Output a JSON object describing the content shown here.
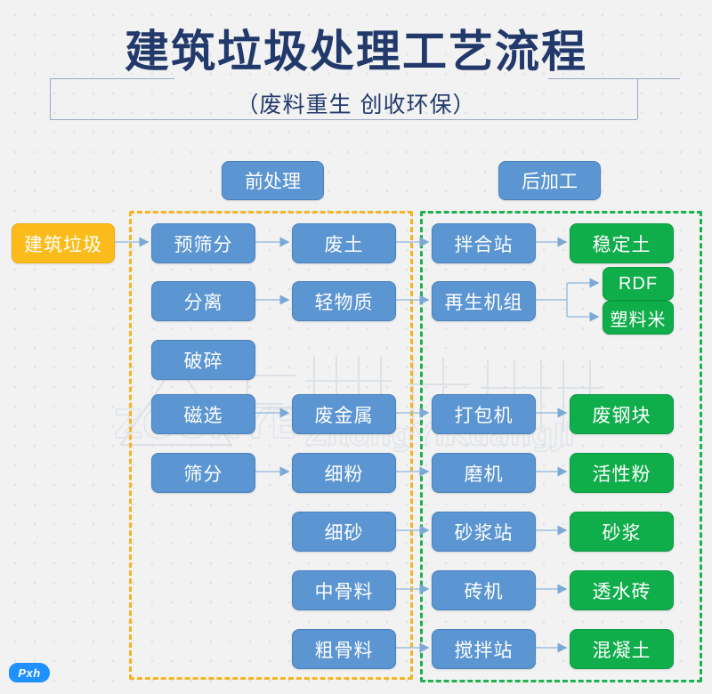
{
  "header": {
    "title": "建筑垃圾处理工艺流程",
    "subtitle": "（废料重生  创收环保）"
  },
  "watermark": {
    "cn": "中意矿机",
    "en_top": "ZOONYE",
    "en_bottom": "ZhongYiKuangJi"
  },
  "badge": {
    "label": "Pxh"
  },
  "zones": [
    {
      "key": "pre",
      "title": "前处理",
      "border_color": "#f5b425"
    },
    {
      "key": "post",
      "title": "后加工",
      "border_color": "#1eb14e"
    }
  ],
  "colors": {
    "blue": "#5b95d2",
    "green": "#10ad4b",
    "orange": "#fbbc1b",
    "title_navy": "#22396b",
    "arrow": "#8fb7dd",
    "background": "#f2f2f2"
  },
  "input": {
    "label": "建筑垃圾",
    "color": "orange"
  },
  "nodes": [
    {
      "id": "n_yushaifen",
      "label": "预筛分",
      "color": "blue",
      "col": 1,
      "row": 1
    },
    {
      "id": "n_feitu",
      "label": "废土",
      "color": "blue",
      "col": 2,
      "row": 1
    },
    {
      "id": "n_banhezhan",
      "label": "拌合站",
      "color": "blue",
      "col": 3,
      "row": 1
    },
    {
      "id": "n_wendingtu",
      "label": "稳定土",
      "color": "green",
      "col": 4,
      "row": 1
    },
    {
      "id": "n_fenli",
      "label": "分离",
      "color": "blue",
      "col": 1,
      "row": 2
    },
    {
      "id": "n_qingwuzhi",
      "label": "轻物质",
      "color": "blue",
      "col": 2,
      "row": 2
    },
    {
      "id": "n_zaishengjz",
      "label": "再生机组",
      "color": "blue",
      "col": 3,
      "row": 2
    },
    {
      "id": "n_rdf",
      "label": "RDF",
      "color": "green",
      "col": 4,
      "row": "2a"
    },
    {
      "id": "n_sulliaomi",
      "label": "塑料米",
      "color": "green",
      "col": 4,
      "row": "2b"
    },
    {
      "id": "n_posui",
      "label": "破碎",
      "color": "blue",
      "col": 1,
      "row": 3
    },
    {
      "id": "n_cixuan",
      "label": "磁选",
      "color": "blue",
      "col": 1,
      "row": 4
    },
    {
      "id": "n_feijinshu",
      "label": "废金属",
      "color": "blue",
      "col": 2,
      "row": 4
    },
    {
      "id": "n_dabaoji",
      "label": "打包机",
      "color": "blue",
      "col": 3,
      "row": 4
    },
    {
      "id": "n_feigangkuai",
      "label": "废钢块",
      "color": "green",
      "col": 4,
      "row": 4
    },
    {
      "id": "n_shaifen",
      "label": "筛分",
      "color": "blue",
      "col": 1,
      "row": 5
    },
    {
      "id": "n_xifen",
      "label": "细粉",
      "color": "blue",
      "col": 2,
      "row": 5
    },
    {
      "id": "n_moji",
      "label": "磨机",
      "color": "blue",
      "col": 3,
      "row": 5
    },
    {
      "id": "n_huoxingfen",
      "label": "活性粉",
      "color": "green",
      "col": 4,
      "row": 5
    },
    {
      "id": "n_xisha",
      "label": "细砂",
      "color": "blue",
      "col": 2,
      "row": 6
    },
    {
      "id": "n_shajiangzh",
      "label": "砂浆站",
      "color": "blue",
      "col": 3,
      "row": 6
    },
    {
      "id": "n_shajiang",
      "label": "砂浆",
      "color": "green",
      "col": 4,
      "row": 6
    },
    {
      "id": "n_zhonggul",
      "label": "中骨料",
      "color": "blue",
      "col": 2,
      "row": 7
    },
    {
      "id": "n_zhuanji",
      "label": "砖机",
      "color": "blue",
      "col": 3,
      "row": 7
    },
    {
      "id": "n_toushuizh",
      "label": "透水砖",
      "color": "green",
      "col": 4,
      "row": 7
    },
    {
      "id": "n_cugul",
      "label": "粗骨料",
      "color": "blue",
      "col": 2,
      "row": 8
    },
    {
      "id": "n_jiaobanzh",
      "label": "搅拌站",
      "color": "blue",
      "col": 3,
      "row": 8
    },
    {
      "id": "n_hunningtu",
      "label": "混凝土",
      "color": "green",
      "col": 4,
      "row": 8
    }
  ],
  "edges": [
    {
      "from": "建筑垃圾",
      "to": "预筛分"
    },
    {
      "from": "预筛分",
      "to": "废土"
    },
    {
      "from": "废土",
      "to": "拌合站"
    },
    {
      "from": "拌合站",
      "to": "稳定土"
    },
    {
      "from": "分离",
      "to": "轻物质"
    },
    {
      "from": "轻物质",
      "to": "再生机组"
    },
    {
      "from": "再生机组",
      "to": "RDF"
    },
    {
      "from": "再生机组",
      "to": "塑料米"
    },
    {
      "from": "磁选",
      "to": "废金属"
    },
    {
      "from": "废金属",
      "to": "打包机"
    },
    {
      "from": "打包机",
      "to": "废钢块"
    },
    {
      "from": "筛分",
      "to": "细粉"
    },
    {
      "from": "细粉",
      "to": "磨机"
    },
    {
      "from": "磨机",
      "to": "活性粉"
    },
    {
      "from": "细砂",
      "to": "砂浆站"
    },
    {
      "from": "砂浆站",
      "to": "砂浆"
    },
    {
      "from": "中骨料",
      "to": "砖机"
    },
    {
      "from": "砖机",
      "to": "透水砖"
    },
    {
      "from": "粗骨料",
      "to": "搅拌站"
    },
    {
      "from": "搅拌站",
      "to": "混凝土"
    }
  ]
}
